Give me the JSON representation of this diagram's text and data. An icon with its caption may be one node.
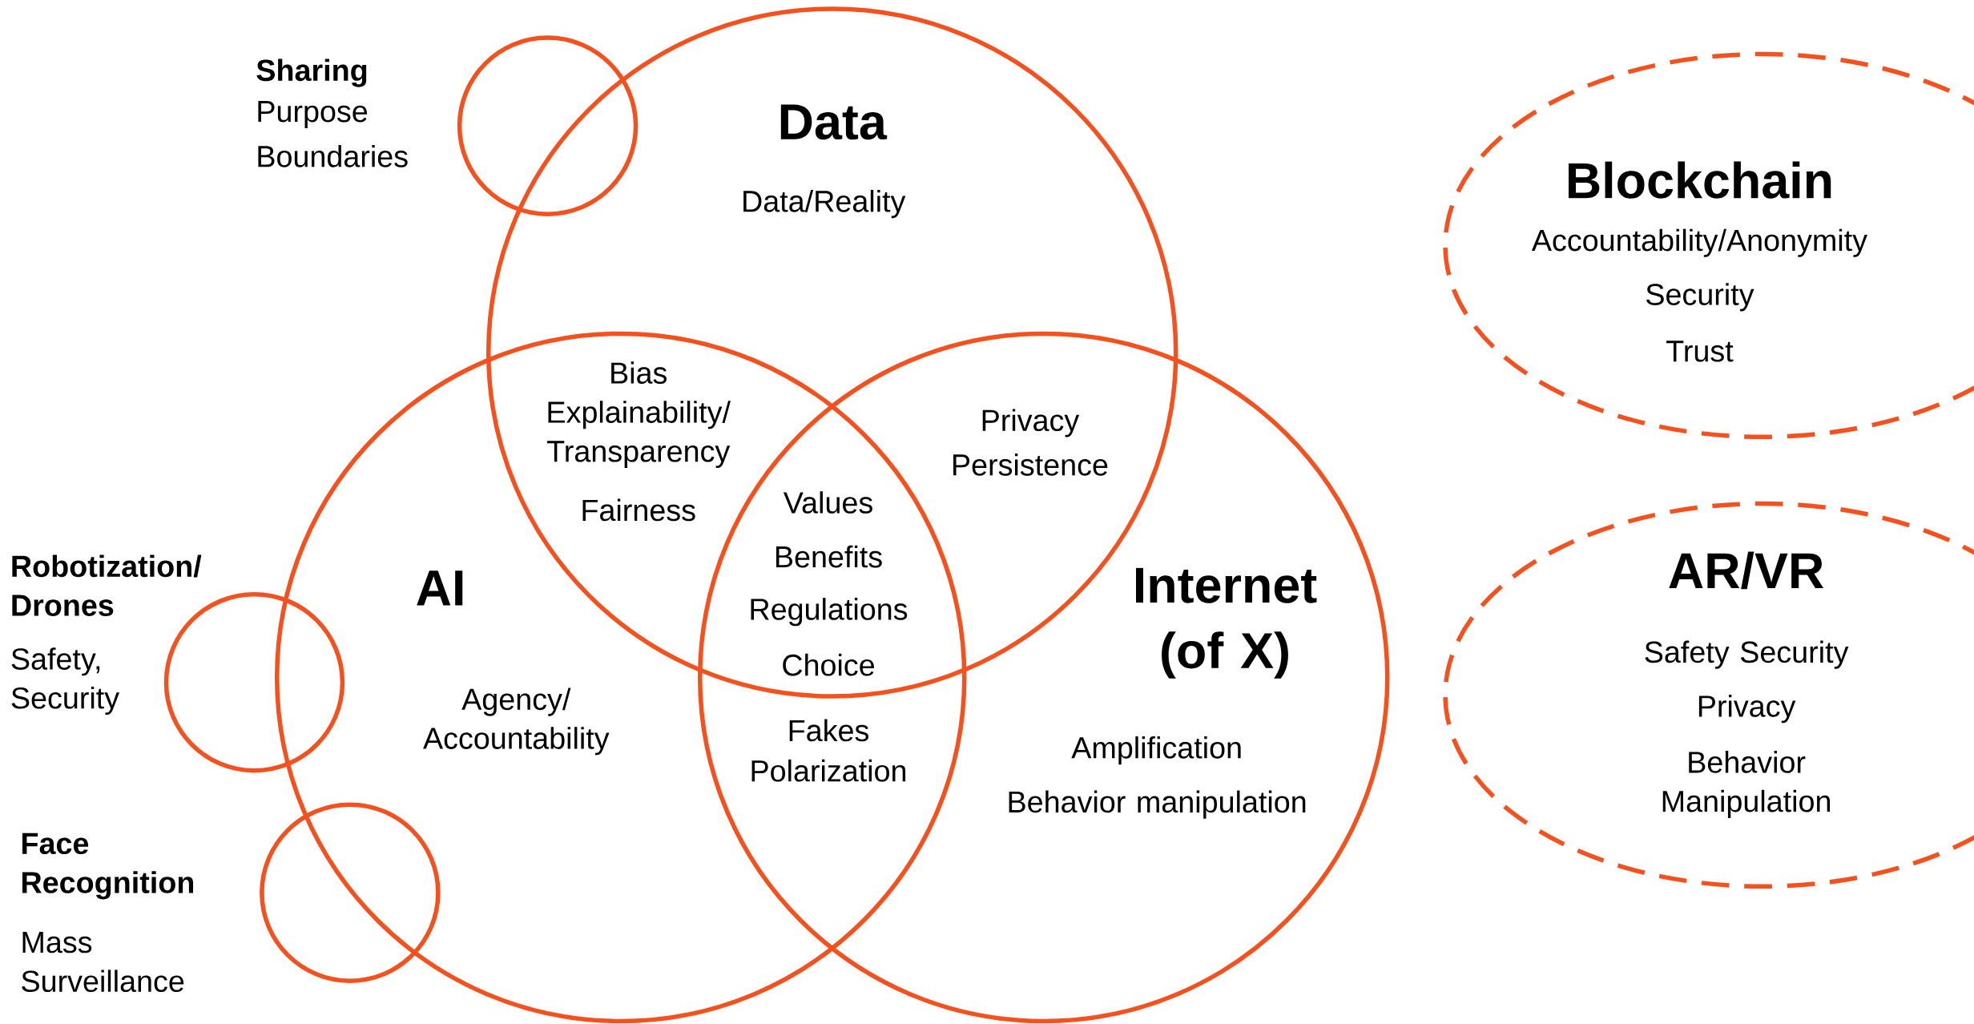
{
  "diagram": {
    "nodes": [
      {
        "text": [],
        "shape": "circle",
        "beside": [
          "Sharing",
          "Purpose",
          "Boundaries"
        ]
      },
      {
        "text": [
          "Data",
          "Data/Reality"
        ]
      },
      {
        "text": [
          "Blockchain",
          "Accountability/Anonymity",
          "Security",
          "Trust"
        ]
      },
      {
        "text": [
          "AI",
          "Agency/ Accountability"
        ]
      },
      {
        "text": [
          "Internet (of X)",
          "Amplification",
          "Behavior manipulation"
        ]
      },
      {
        "text": [
          "AR/VR",
          "Safety Security",
          "Privacy",
          "Behavior Manipulation"
        ]
      },
      {
        "text": [],
        "shape": "circle",
        "beside": [
          "Robotization/ Drones",
          "Safety, Security"
        ]
      },
      {
        "text": [],
        "shape": "circle",
        "beside": [
          "Face Recognition",
          "Mass Surveillance"
        ]
      }
    ],
    "labels": [
      "Bias",
      "Explainability/ Transparency",
      "Privacy",
      "Persistence",
      "Fairness",
      "Values",
      "Benefits",
      "Regulations",
      "Choice",
      "Fakes",
      "Polarization"
    ]
  }
}
